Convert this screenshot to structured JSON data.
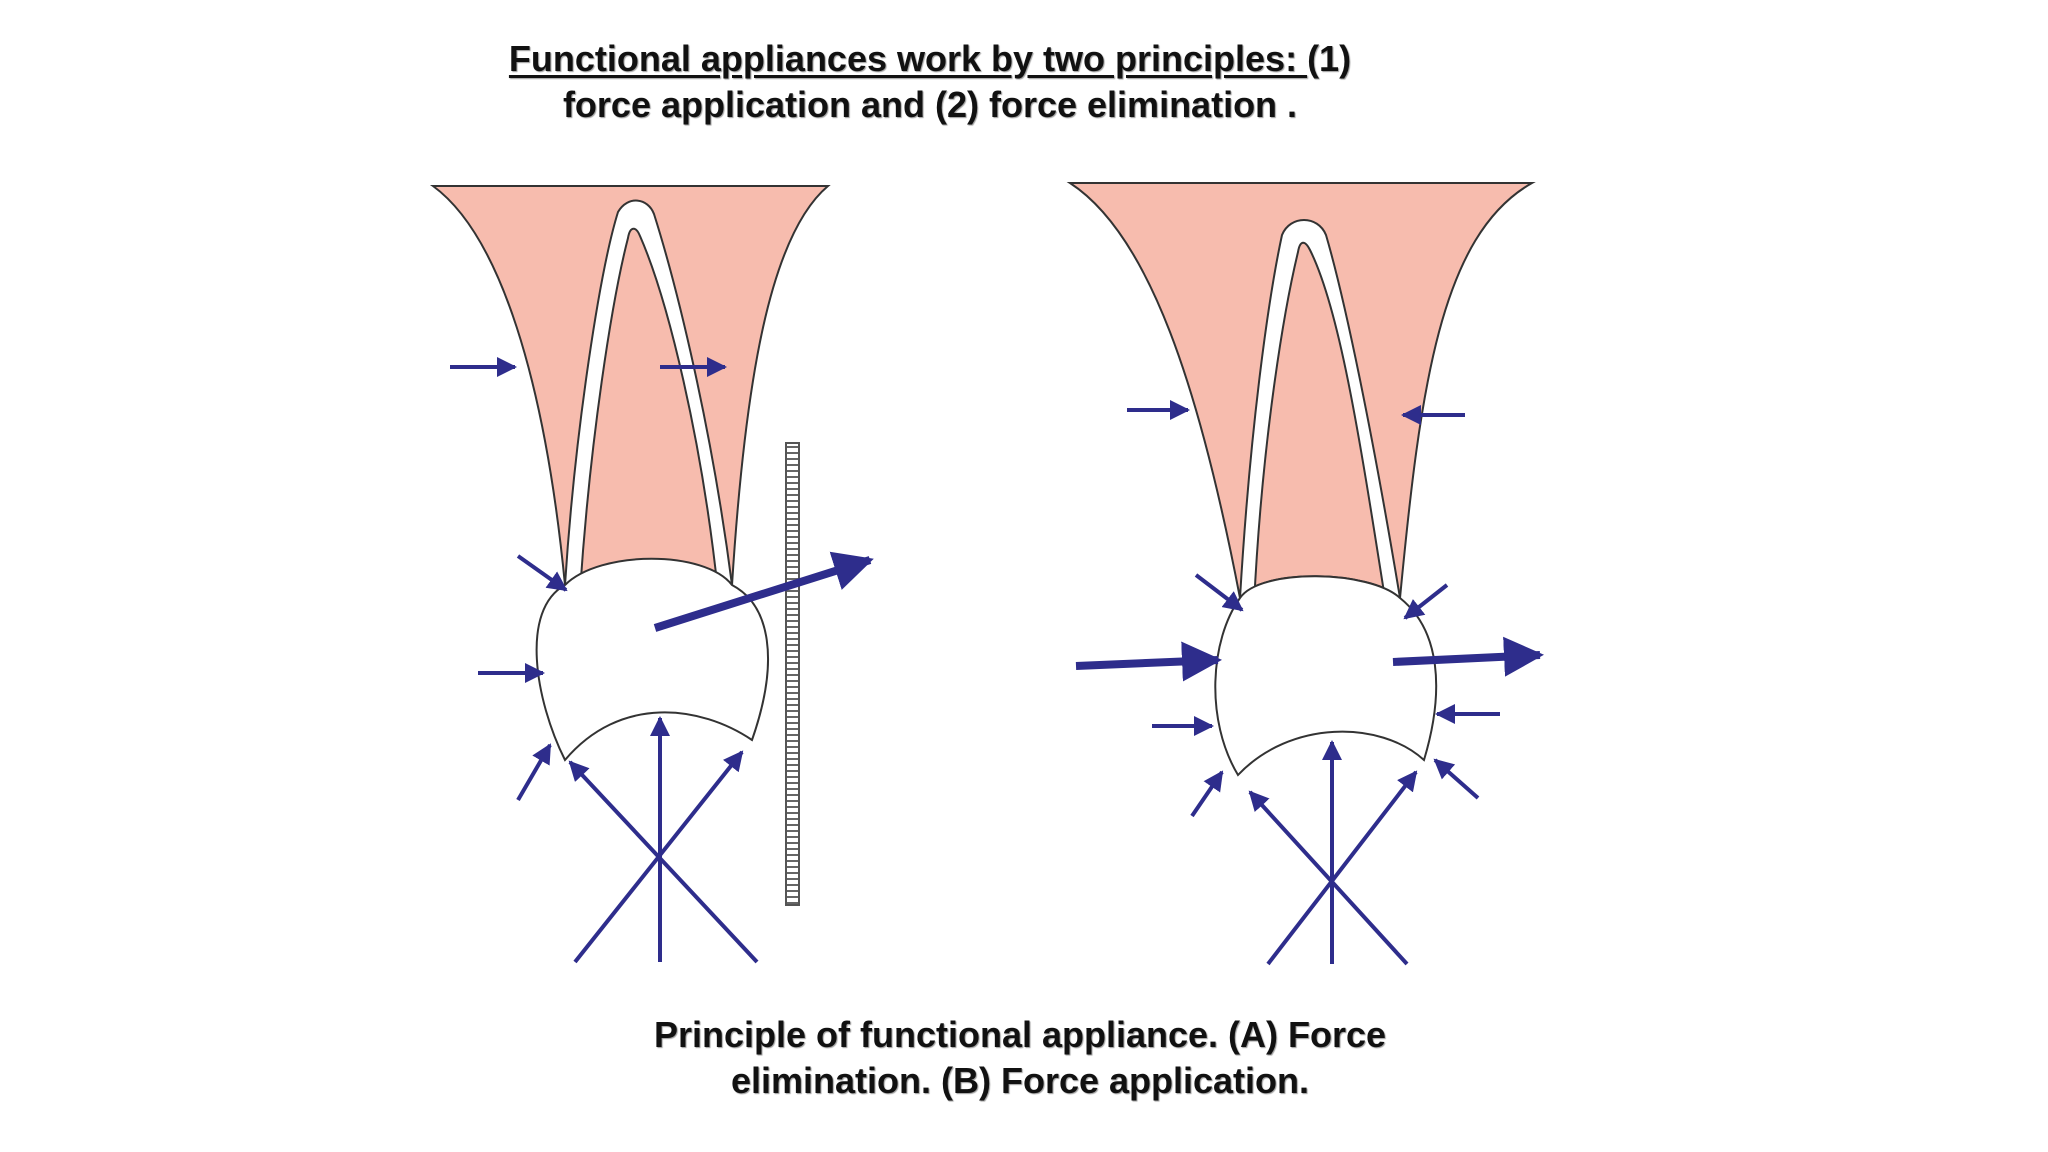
{
  "heading": {
    "underlined": "Functional appliances work by two principles: ",
    "rest_line1": "(1)",
    "line2": "force application and (2) force elimination ."
  },
  "caption": {
    "line1": "Principle of functional appliance. (A) Force",
    "line2": "elimination. (B) Force application."
  },
  "colors": {
    "tissue": "#f7bcae",
    "outline": "#333333",
    "arrow": "#2e2d8c",
    "shield": "#888888"
  }
}
